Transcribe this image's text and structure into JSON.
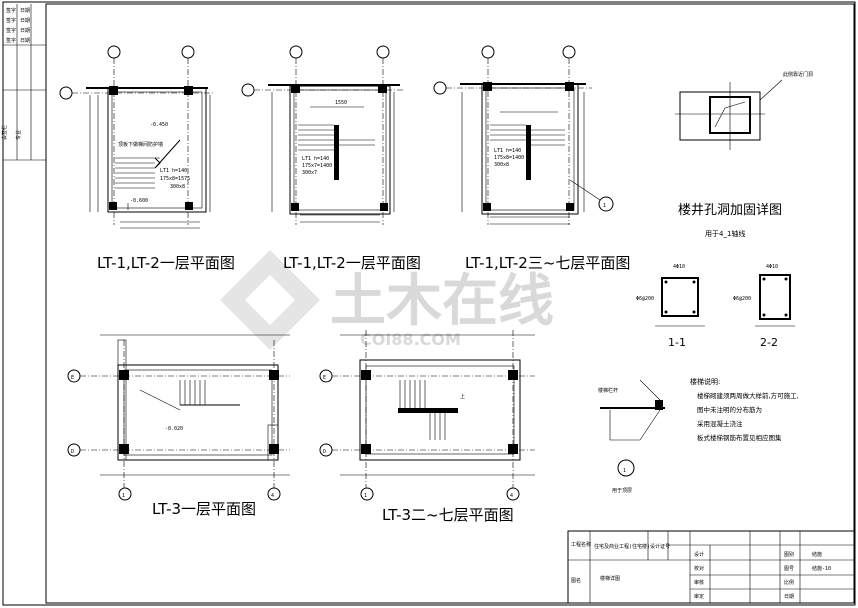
{
  "titles": {
    "p1": "LT-1,LT-2一层平面图",
    "p2": "LT-1,LT-2一层平面图",
    "p3": "LT-1,LT-2三~七层平面图",
    "p4": "LT-3一层平面图",
    "p5": "LT-3二~七层平面图",
    "detail": "楼井孔洞加固详图",
    "detail_sub": "用于4_1轴线"
  },
  "detail_labels": {
    "door_note": "此侧靠近门洞",
    "sec1": "1-1",
    "sec2": "2-2",
    "s1_dim": "4Φ10",
    "s1_bar": "Φ6@200",
    "s2_dim": "4Φ10",
    "s2_bar": "Φ6@200",
    "fix": "楼梯栏杆",
    "for_top": "用于顶层",
    "circle_num": "1"
  },
  "notes": {
    "heading": "楼梯说明:",
    "lines": [
      "楼梯砌建须两周做大样前,方可施工,",
      "图中未注明的分布筋为",
      "采用混凝土浇注",
      "板式楼梯钢筋布置见相应图集"
    ]
  },
  "axes": {
    "E": "E",
    "D": "D",
    "a1": "1",
    "a4": "4",
    "a1b": "1",
    "a4b": "4"
  },
  "plan_notes": {
    "p1_level": "-0.450",
    "p1_level2": "-0.600",
    "p1_stair1": "LT1 h=140",
    "p1_stair2": "175x8=1575",
    "p1_stair3": "300x8",
    "p1_note": "顶板下做梯间防护墙",
    "p2_dim": "1550",
    "p2_stair1": "LT1 h=140",
    "p2_stair2": "175x7=1400",
    "p2_stair3": "300x7",
    "p3_stair1": "LT1 h=140",
    "p3_stair2": "175x8=1400",
    "p3_stair3": "300x8",
    "p4_level": "-0.020",
    "up": "上"
  },
  "title_block": {
    "project": "工程名称",
    "project_val": "住宅及商业工程(住宅楼)",
    "drawing": "图名",
    "drawing_val": "楼梯详图",
    "designer": "设计",
    "checker": "校对",
    "approve": "审核",
    "chief": "审定",
    "rows_right": [
      "图别",
      "图号",
      "比例",
      "日期"
    ],
    "rows_right_val": [
      "结施",
      "结施-10",
      "",
      ""
    ],
    "stamp": "设计证号"
  },
  "watermark": {
    "text": "土木在线",
    "url": "COI88.COM"
  }
}
